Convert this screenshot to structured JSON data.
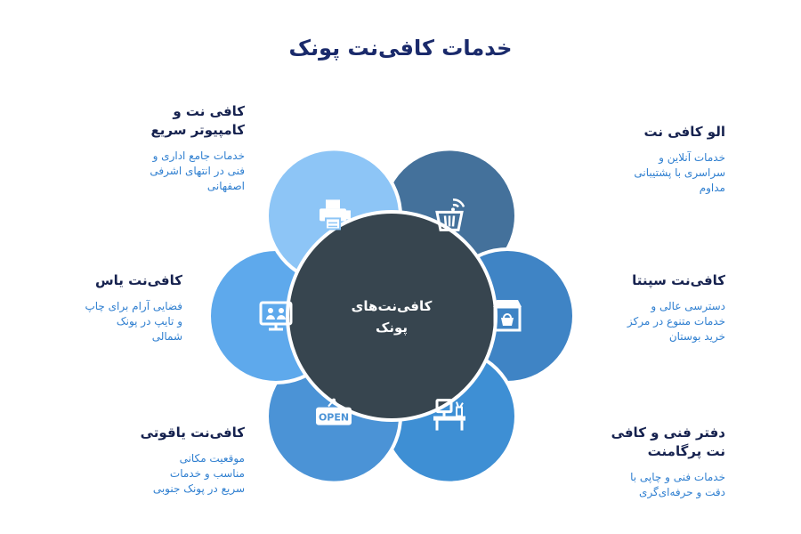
{
  "title": "خدمات کافی‌نت پونک",
  "center": {
    "line1": "کافی‌نت‌های",
    "line2": "پونک",
    "color": "#37454f"
  },
  "petals": [
    {
      "heading": [
        "الو کافی نت"
      ],
      "desc": [
        "خدمات آنلاین و",
        "سراسری با پشتیبانی",
        "مداوم"
      ],
      "icon": "wifi-basket-icon",
      "color": "#44719b"
    },
    {
      "heading": [
        "کافی‌نت سپنتا"
      ],
      "desc": [
        "دسترسی عالی و",
        "خدمات متنوع در مرکز",
        "خرید بوستان"
      ],
      "icon": "shop-icon",
      "color": "#3f84c5"
    },
    {
      "heading": [
        "دفتر فنی و کافی",
        "نت پرگامنت"
      ],
      "desc": [
        "خدمات فنی و چاپی با",
        "دقت و حرفه‌ای‌گری"
      ],
      "icon": "desk-computer-icon",
      "color": "#3e8fd4"
    },
    {
      "heading": [
        "کافی‌نت یاقوتی"
      ],
      "desc": [
        "موقعیت مکانی",
        "مناسب و خدمات",
        "سریع در پونک جنوبی"
      ],
      "icon": "open-sign-icon",
      "color": "#4b93d6"
    },
    {
      "heading": [
        "کافی‌نت یاس"
      ],
      "desc": [
        "فضایی آرام برای چاپ",
        "و تایپ در پونک",
        "شمالی"
      ],
      "icon": "monitor-users-icon",
      "color": "#5ea9ec"
    },
    {
      "heading": [
        "کافی نت و",
        "کامپیوتر سریع"
      ],
      "desc": [
        "خدمات جامع اداری و",
        "فنی در انتهای اشرفی",
        "اصفهانی"
      ],
      "icon": "printer-icon",
      "color": "#8dc5f6"
    }
  ]
}
